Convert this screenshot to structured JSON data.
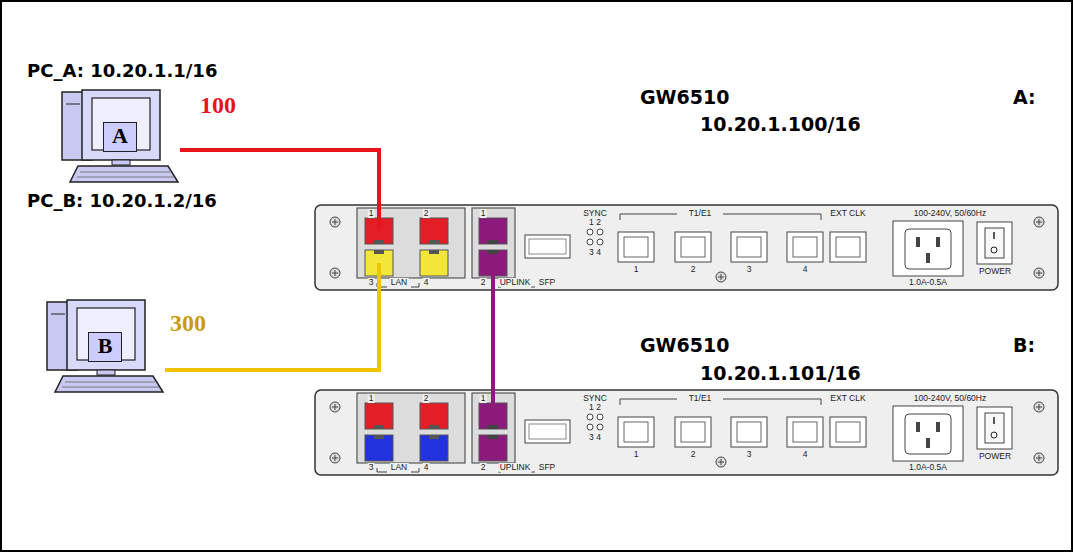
{
  "diagram": {
    "nodes": [
      {
        "text": [
          "A"
        ]
      },
      {
        "text": [
          "B"
        ]
      },
      {
        "text": [
          "GW6510",
          "A:",
          "10.20.1.100/16",
          "1",
          "2",
          "1",
          "3",
          "4",
          "LAN",
          "2",
          "UPLINK",
          "SFP",
          "SYNC",
          "1 2",
          "3 4",
          "T1/E1",
          "1",
          "2",
          "3",
          "4",
          "EXT CLK",
          "100-240V, 50/60Hz",
          "1.0A-0.5A",
          "POWER"
        ]
      },
      {
        "text": [
          "GW6510",
          "B:",
          "10.20.1.101/16",
          "1",
          "2",
          "1",
          "3",
          "4",
          "LAN",
          "2",
          "UPLINK",
          "SFP",
          "SYNC",
          "1 2",
          "3 4",
          "T1/E1",
          "1",
          "2",
          "3",
          "4",
          "EXT CLK",
          "100-240V, 50/60Hz",
          "1.0A-0.5A",
          "POWER"
        ]
      }
    ],
    "edges": [
      {
        "from": 0,
        "to": 2,
        "arrow": "none",
        "label": "100"
      },
      {
        "from": 1,
        "to": 2,
        "arrow": "none",
        "label": "300"
      },
      {
        "from": 2,
        "to": 3,
        "arrow": "none"
      }
    ],
    "labels": [
      "PC_A: 10.20.1.1/16",
      "PC_B: 10.20.1.2/16"
    ]
  }
}
